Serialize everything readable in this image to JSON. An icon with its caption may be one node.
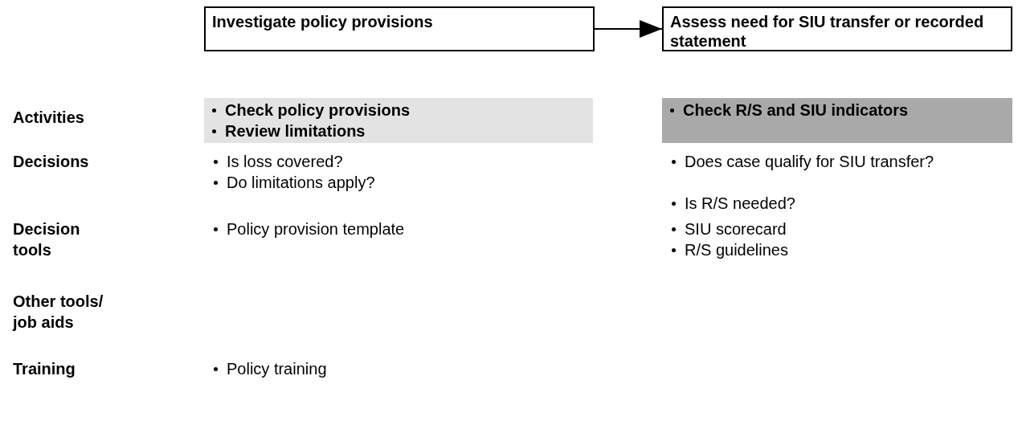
{
  "diagram": {
    "nodes": [
      {
        "text": [
          "Investigate policy provisions"
        ]
      },
      {
        "text": [
          "Assess need for SIU transfer or recorded statement"
        ]
      },
      {
        "text": [
          "Check policy provisions",
          "Review limitations"
        ]
      },
      {
        "text": [
          "Check R/S and SIU indicators"
        ]
      }
    ],
    "edges": [
      {
        "from": 0,
        "to": 1,
        "arrow": "to"
      }
    ],
    "labels": [
      "Activities",
      "Decisions",
      "Is loss covered?",
      "Do limitations apply?",
      "Does case qualify for SIU transfer?",
      "Is R/S needed?",
      "Decision tools",
      "Policy provision template",
      "SIU scorecard",
      "R/S guidelines",
      "Other tools/ job aids",
      "Training",
      "Policy training"
    ]
  }
}
